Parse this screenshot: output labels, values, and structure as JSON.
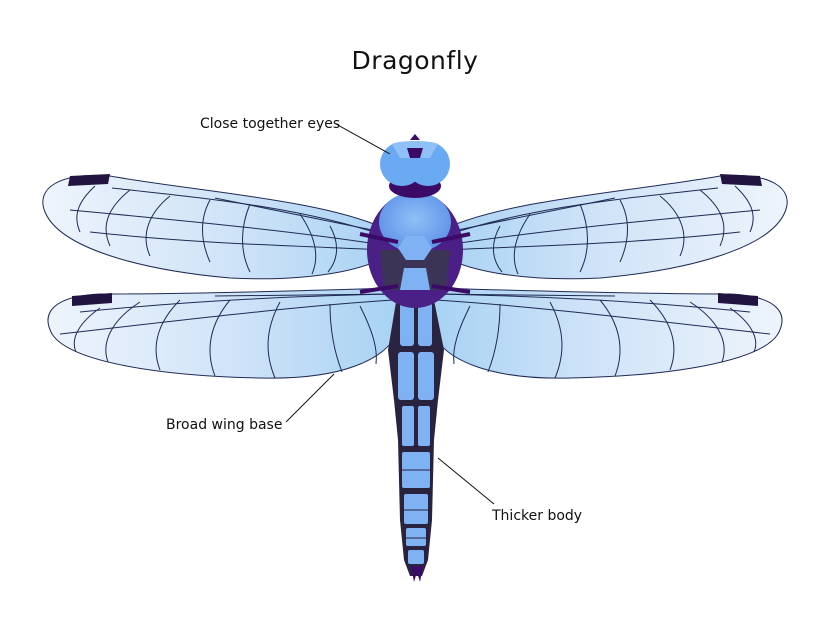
{
  "title": "Dragonfly",
  "labels": {
    "eyes": "Close together eyes",
    "wing_base": "Broad wing base",
    "body": "Thicker body"
  },
  "colors": {
    "wing_tip": "#eef4fc",
    "wing_base": "#a7d2f3",
    "vein": "#1f2a55",
    "body_dark": "#2a2340",
    "body_blue": "#7fb2f2",
    "eye_blue": "#6aaaf2",
    "head_purple": "#3a0a66",
    "thorax_purple": "#4a1f86",
    "stigma": "#221440"
  }
}
